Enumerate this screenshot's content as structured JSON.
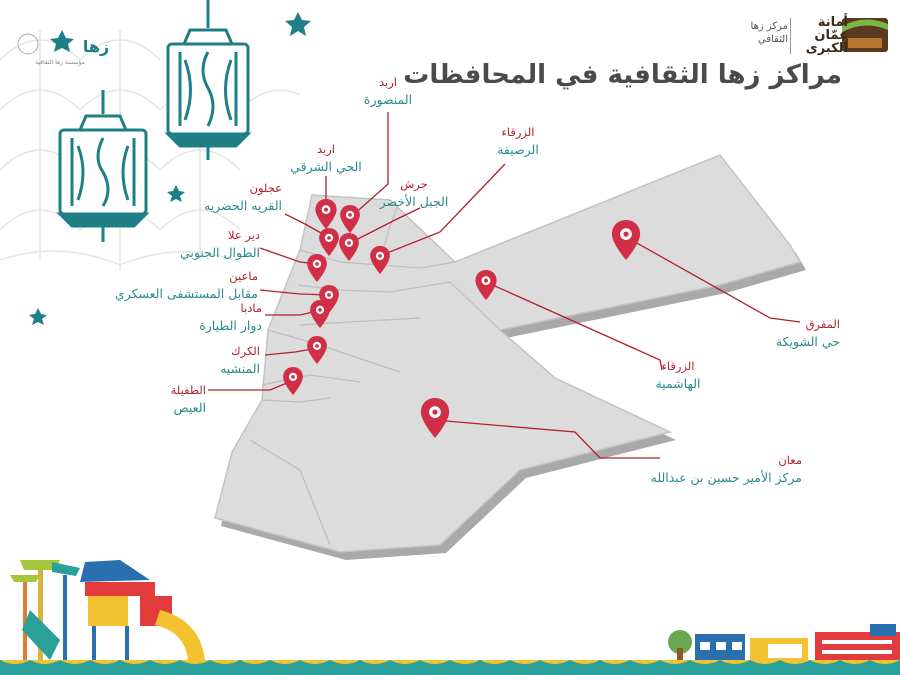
{
  "title": "مراكز زها الثقافية في المحافظات",
  "header_logo": {
    "org": "أمانة عمّان الكبرى",
    "center": "مركز زها الثقافي"
  },
  "corner_logo": {
    "mark": "زها",
    "caption": "مؤسسة زها الثقافية"
  },
  "colors": {
    "pin": "#d12f45",
    "line": "#b3202c",
    "teal": "#1e7f86",
    "map": "#dcdcdc",
    "map_edge": "#b9b9b9",
    "title": "#4a4a4a"
  },
  "icons": [
    "lantern-icon",
    "star-icon",
    "map-pin-icon",
    "playground-icon",
    "shop-icon"
  ],
  "centers": [
    {
      "gov": "اربد",
      "place": "المنصورة"
    },
    {
      "gov": "اربد",
      "place": "الحي الشرقي"
    },
    {
      "gov": "الزرقاء",
      "place": "الرصيفة"
    },
    {
      "gov": "جرش",
      "place": "الجبل الأخضر"
    },
    {
      "gov": "عجلون",
      "place": "القريه الحضريه"
    },
    {
      "gov": "دير علا",
      "place": "الطوال الجنوبي"
    },
    {
      "gov": "ماعين",
      "place": "مقابل المستشفى العسكري"
    },
    {
      "gov": "مادبا",
      "place": "دوار الطيارة"
    },
    {
      "gov": "الكرك",
      "place": "المنشيه"
    },
    {
      "gov": "الطفيلة",
      "place": "العيص"
    },
    {
      "gov": "المفرق",
      "place": "حي الشويكة"
    },
    {
      "gov": "الزرقاء",
      "place": "الهاشمية"
    },
    {
      "gov": "معان",
      "place": "مركز الأمير حسين بن عبدالله"
    }
  ]
}
